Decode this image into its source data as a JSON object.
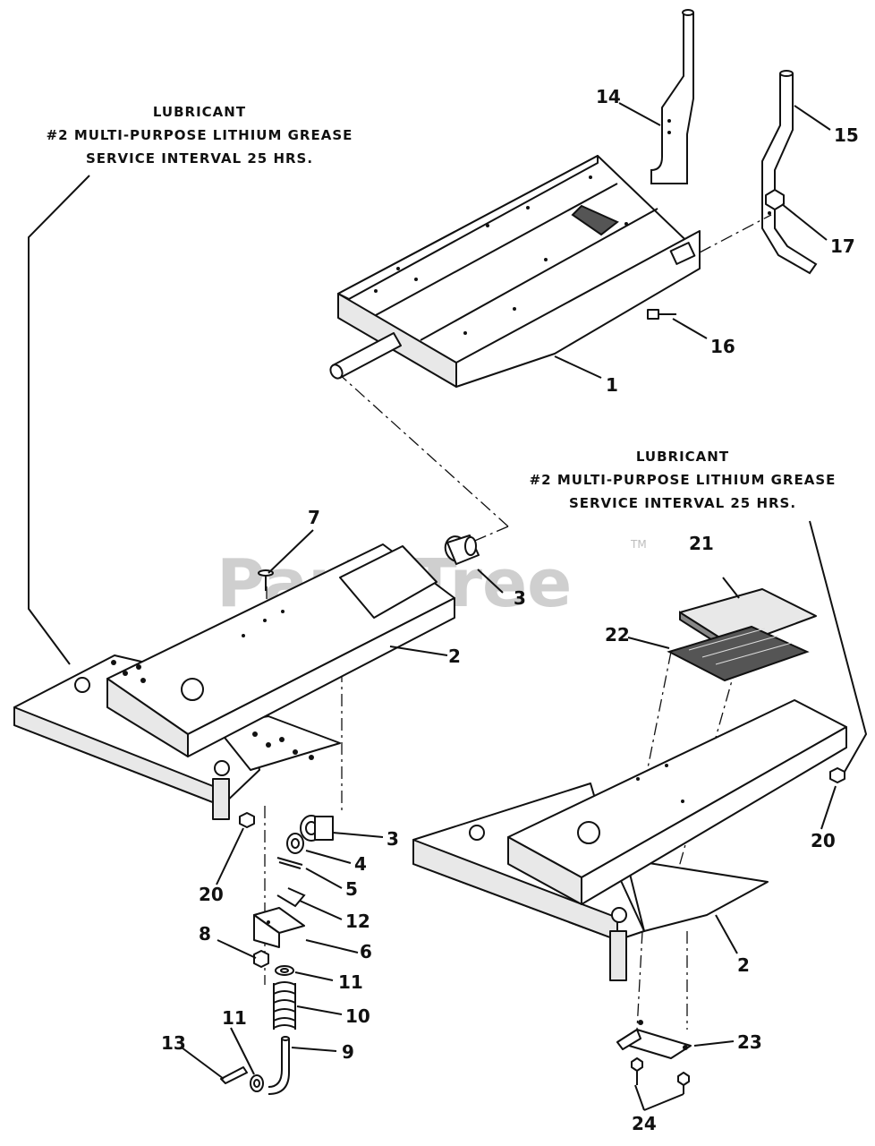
{
  "watermark": {
    "text": "PartsTree",
    "tm": "TM"
  },
  "lubricant_notes": [
    {
      "title": "LUBRICANT",
      "line2": "#2 MULTI-PURPOSE LITHIUM GREASE",
      "line3": "SERVICE INTERVAL 25 HRS."
    },
    {
      "title": "LUBRICANT",
      "line2": "#2 MULTI-PURPOSE LITHIUM GREASE",
      "line3": "SERVICE INTERVAL 25 HRS."
    }
  ],
  "callouts": {
    "c1": "1",
    "c2a": "2",
    "c2b": "2",
    "c3a": "3",
    "c3b": "3",
    "c4": "4",
    "c5": "5",
    "c6": "6",
    "c7": "7",
    "c8": "8",
    "c9": "9",
    "c10": "10",
    "c11a": "11",
    "c11b": "11",
    "c12": "12",
    "c13": "13",
    "c14": "14",
    "c15": "15",
    "c16": "16",
    "c17": "17",
    "c20a": "20",
    "c20b": "20",
    "c21": "21",
    "c22": "22",
    "c23": "23",
    "c24": "24"
  }
}
